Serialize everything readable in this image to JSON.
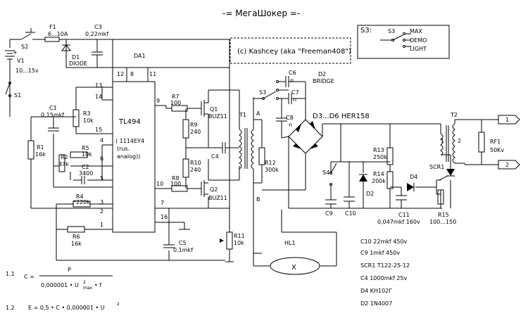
{
  "title": "-= МегаШокер =-",
  "credit": "(c) Kashcey (aka \"Freeman408\")",
  "s3_box": {
    "label": "S3:",
    "switch": "S3",
    "options": [
      "MAX",
      "DEMO",
      "LIGHT"
    ]
  },
  "components": {
    "S2": "S2",
    "F1": "F1",
    "F1v": "6...10A",
    "C3": "C3",
    "C3v": "0,22mkf",
    "D1": "D1",
    "D1v": "DIODE",
    "V1": "V1",
    "V1v": "10...15v",
    "S1": "S1",
    "DA1": "DA1",
    "TL494": "TL494",
    "TL494sub": "( 1114EY4",
    "TL494sub2": "(rus.",
    "TL494sub3": "analog))",
    "C1": "C1",
    "C1v": "0,15mkf",
    "R3": "R3",
    "R3v": "10k",
    "R1": "R1",
    "R1v": "16k",
    "R2": "R2",
    "R2v": "47k",
    "R5": "R5",
    "R5v": "10k",
    "C2": "C2",
    "C2v": "3400",
    "R4": "R4",
    "R4v": "*220k",
    "R6": "R6",
    "R6v": "16k",
    "C5": "C5",
    "C5v": "0,1mkf",
    "R7": "R7",
    "R7v": "100",
    "R8": "R8",
    "R8v": "100",
    "R9": "R9",
    "R9v": "240",
    "R10": "R10",
    "R10v": "240",
    "Q1": "Q1",
    "Q1v": "BUZ11",
    "Q2": "Q2",
    "Q2v": "BUZ11",
    "C4": "C4",
    "T1": "T1",
    "R11": "R11",
    "R11v": "10k",
    "R12": "R12",
    "R12v": "300k",
    "S3": "S3",
    "C6": "C6",
    "C6v": "n",
    "C7": "C7",
    "C7v": "n",
    "C8": "C8",
    "C8v": "n",
    "D2b": "D2",
    "BRIDGE": "BRIDGE",
    "D36": "D3...D6 HER158",
    "S4": "S4",
    "C9": "C9",
    "C10": "C10",
    "D2": "D2",
    "R13": "R13",
    "R13v": "250k",
    "R14": "R14",
    "R14v": "200k",
    "D4": "D4",
    "C11": "C11",
    "C11v": "0,047mkf 160v",
    "R15": "R15",
    "R15v": "100...150",
    "SCR1": "SCR1",
    "T2": "T2",
    "RF1": "RF1",
    "RF1v": "50Kv",
    "HL1": "HL1",
    "X": "X",
    "A": "A",
    "B": "B"
  },
  "pins": [
    "13",
    "14",
    "15",
    "3",
    "4",
    "2",
    "16",
    "7",
    "1",
    "12",
    "8",
    "11",
    "9",
    "10",
    "6",
    "5",
    "1",
    "2"
  ],
  "parts_list": [
    "C10  22mkf 450v",
    "C9  1mkf 450v",
    "SCR1  T122-25-12",
    "C4  1000mkf 25v",
    "D4  KH102Г",
    "D2  1N4007"
  ],
  "formulas": {
    "f1_num": "1.1",
    "f1_lhs": "C =",
    "f1_top": "P",
    "f1_bot": "0,000001 • U",
    "f1_sup": "2",
    "f1_sub": "max",
    "f1_tail": " • f",
    "f2_num": "1.2",
    "f2": "E = 0,5 • C • 0,000001 • U",
    "f2_sup": "2"
  }
}
